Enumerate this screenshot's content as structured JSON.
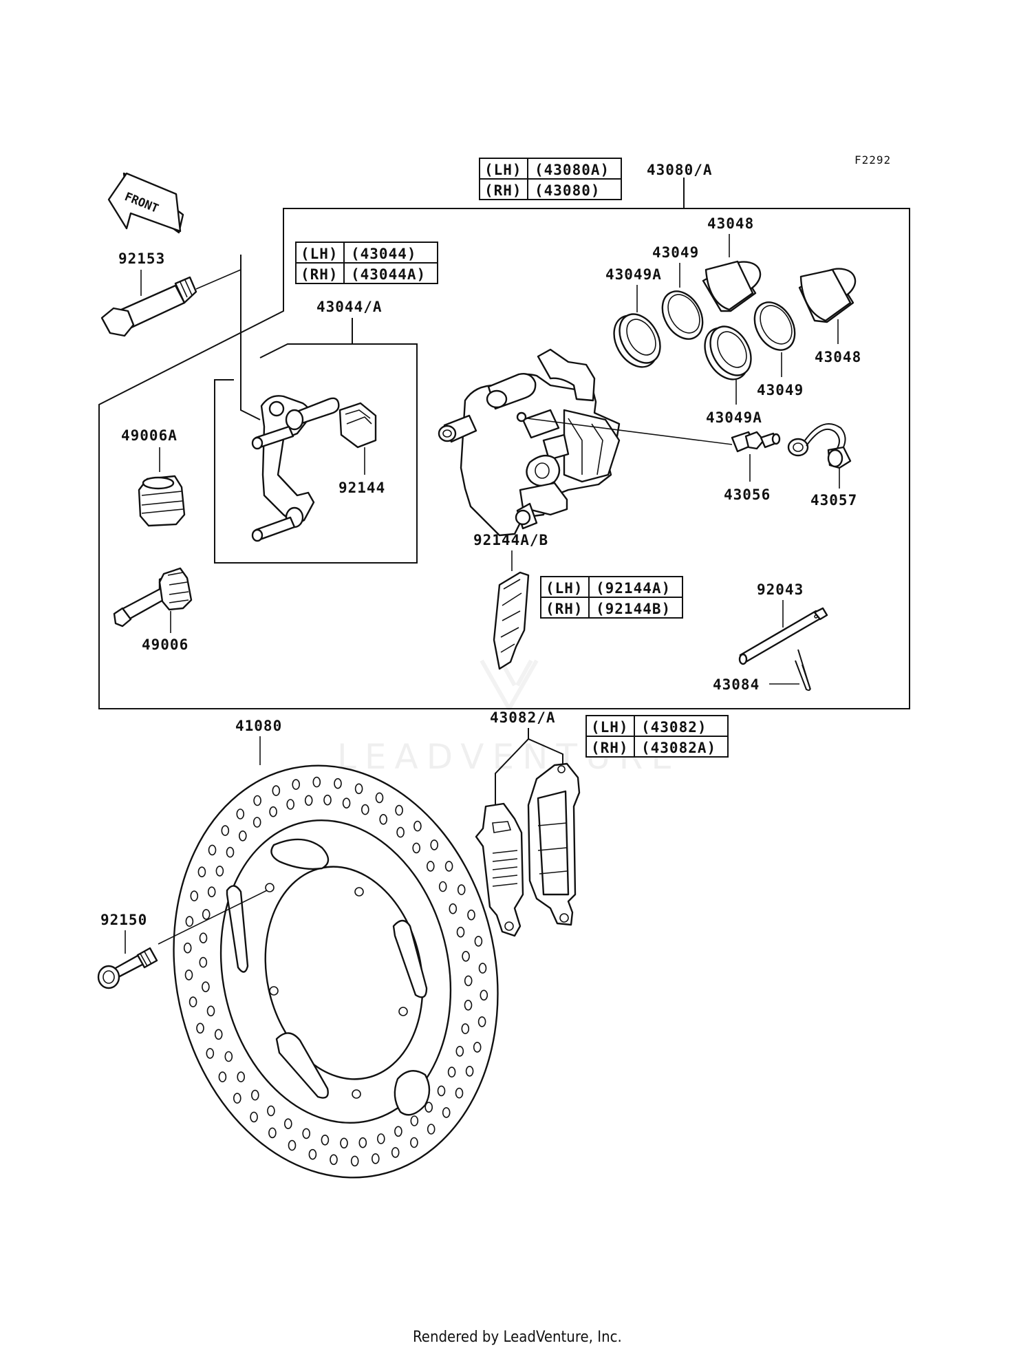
{
  "figure_code": "F2292",
  "front_marker": "FRONT",
  "watermark": "LEADVENTURE",
  "footer": "Rendered by LeadVenture, Inc.",
  "tables": {
    "caliper": {
      "rows": [
        [
          "(LH)",
          "(43080A)"
        ],
        [
          "(RH)",
          "(43080)"
        ]
      ]
    },
    "bracket": {
      "rows": [
        [
          "(LH)",
          "(43044)"
        ],
        [
          "(RH)",
          "(43044A)"
        ]
      ]
    },
    "spring": {
      "rows": [
        [
          "(LH)",
          "(92144A)"
        ],
        [
          "(RH)",
          "(92144B)"
        ]
      ]
    },
    "pads": {
      "rows": [
        [
          "(LH)",
          "(43082)"
        ],
        [
          "(RH)",
          "(43082A)"
        ]
      ]
    }
  },
  "labels": {
    "caliper_assy": "43080/A",
    "piston_top": "43048",
    "seal_dust_top": "43049",
    "seal_piston_top": "43049A",
    "bolt_front": "92153",
    "bracket_assy": "43044/A",
    "piston_right": "43048",
    "seal_dust_right": "43049",
    "seal_piston_right": "43049A",
    "boot_a": "49006A",
    "clip": "92144",
    "bleeder": "43056",
    "cap": "43057",
    "spring_label": "92144A/B",
    "pin": "92043",
    "cotter": "43084",
    "pin_boot": "49006",
    "disc": "41080",
    "pads_label": "43082/A",
    "disc_bolt": "92150"
  }
}
